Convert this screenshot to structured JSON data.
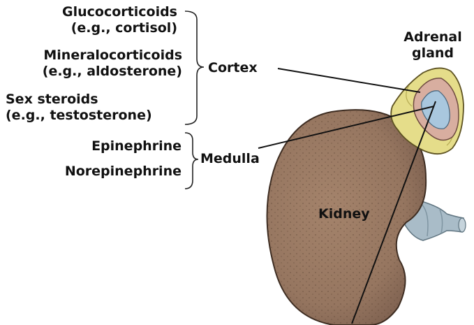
{
  "hormones_cortex": [
    {
      "name": "Glucocorticoids",
      "example": "(e.g., cortisol)"
    },
    {
      "name": "Mineralocorticoids",
      "example": "(e.g., aldosterone)"
    },
    {
      "name": "Sex steroids",
      "example": "(e.g., testosterone)"
    }
  ],
  "hormones_medulla": [
    "Epinephrine",
    "Norepinephrine"
  ],
  "labels": {
    "cortex": "Cortex",
    "medulla": "Medulla",
    "adrenal_gland_line1": "Adrenal",
    "adrenal_gland_line2": "gland",
    "kidney": "Kidney"
  },
  "colors": {
    "kidney": "#9a7a62",
    "adrenal_outer": "#e5dd8a",
    "adrenal_cortex": "#d8aea0",
    "adrenal_medulla": "#a9c7de",
    "ureter": "#a9bcc8",
    "text": "#111111"
  }
}
